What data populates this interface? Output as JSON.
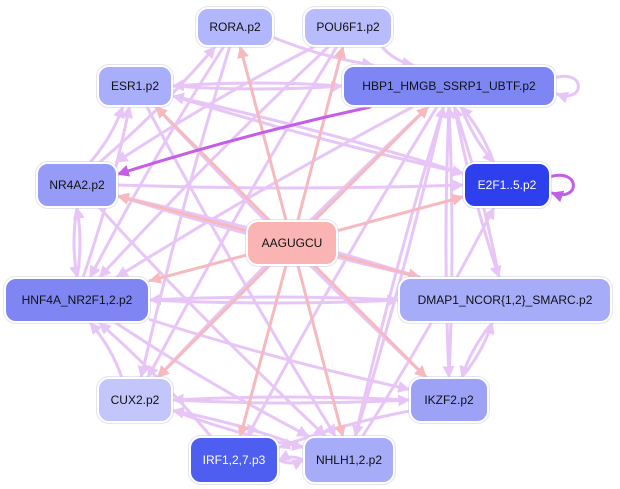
{
  "colors": {
    "activation_edge": "#f6b9bd",
    "regulation_edge": "#e7c6f7",
    "strong_edge": "#c45de8"
  },
  "nodes": [
    {
      "id": "rora",
      "label": "RORA.p2",
      "fill": "#b2b6fc",
      "text_color": "#111111"
    },
    {
      "id": "pou6f1",
      "label": "POU6F1.p2",
      "fill": "#b9bcfc",
      "text_color": "#111111"
    },
    {
      "id": "esr1",
      "label": "ESR1.p2",
      "fill": "#a9aefa",
      "text_color": "#111111"
    },
    {
      "id": "hbp1",
      "label": "HBP1_HMGB_SSRP1_UBTF.p2",
      "fill": "#7e86f4",
      "text_color": "#111111"
    },
    {
      "id": "nr4a2",
      "label": "NR4A2.p2",
      "fill": "#959bf6",
      "text_color": "#111111"
    },
    {
      "id": "e2f1",
      "label": "E2F1..5.p2",
      "fill": "#2e40ee",
      "text_color": "#ffffff"
    },
    {
      "id": "center",
      "label": "AAGUGCU",
      "fill": "#fbb4b4",
      "text_color": "#111111"
    },
    {
      "id": "hnf4a",
      "label": "HNF4A_NR2F1,2.p2",
      "fill": "#7f86f3",
      "text_color": "#111111"
    },
    {
      "id": "dmap1",
      "label": "DMAP1_NCOR{1,2}_SMARC.p2",
      "fill": "#a7acf9",
      "text_color": "#111111"
    },
    {
      "id": "cux2",
      "label": "CUX2.p2",
      "fill": "#c3c6fb",
      "text_color": "#111111"
    },
    {
      "id": "ikzf2",
      "label": "IKZF2.p2",
      "fill": "#9da2f6",
      "text_color": "#111111"
    },
    {
      "id": "irf1",
      "label": "IRF1,2,7.p3",
      "fill": "#4e5ef0",
      "text_color": "#ffffff"
    },
    {
      "id": "nhlh1",
      "label": "NHLH1,2.p2",
      "fill": "#a7acf9",
      "text_color": "#111111"
    }
  ],
  "edges": [
    {
      "from": "center",
      "to": "esr1",
      "kind": "activation"
    },
    {
      "from": "center",
      "to": "rora",
      "kind": "activation"
    },
    {
      "from": "center",
      "to": "pou6f1",
      "kind": "activation"
    },
    {
      "from": "center",
      "to": "hbp1",
      "kind": "activation"
    },
    {
      "from": "center",
      "to": "nr4a2",
      "kind": "activation"
    },
    {
      "from": "center",
      "to": "e2f1",
      "kind": "activation"
    },
    {
      "from": "center",
      "to": "hnf4a",
      "kind": "activation"
    },
    {
      "from": "center",
      "to": "dmap1",
      "kind": "activation"
    },
    {
      "from": "center",
      "to": "cux2",
      "kind": "activation"
    },
    {
      "from": "center",
      "to": "ikzf2",
      "kind": "activation"
    },
    {
      "from": "center",
      "to": "irf1",
      "kind": "activation"
    },
    {
      "from": "center",
      "to": "nhlh1",
      "kind": "activation"
    },
    {
      "from": "hbp1",
      "to": "nr4a2",
      "kind": "strong"
    },
    {
      "from": "hbp1",
      "to": "esr1",
      "kind": "regulation"
    },
    {
      "from": "hbp1",
      "to": "hnf4a",
      "kind": "regulation"
    },
    {
      "from": "hbp1",
      "to": "cux2",
      "kind": "regulation"
    },
    {
      "from": "hbp1",
      "to": "irf1",
      "kind": "regulation"
    },
    {
      "from": "hbp1",
      "to": "nhlh1",
      "kind": "regulation"
    },
    {
      "from": "hbp1",
      "to": "ikzf2",
      "kind": "regulation"
    },
    {
      "from": "hbp1",
      "to": "dmap1",
      "kind": "regulation"
    },
    {
      "from": "hbp1",
      "to": "e2f1",
      "kind": "regulation"
    },
    {
      "from": "pou6f1",
      "to": "hbp1",
      "kind": "regulation"
    },
    {
      "from": "pou6f1",
      "to": "hnf4a",
      "kind": "regulation"
    },
    {
      "from": "pou6f1",
      "to": "cux2",
      "kind": "regulation"
    },
    {
      "from": "pou6f1",
      "to": "nr4a2",
      "kind": "regulation"
    },
    {
      "from": "rora",
      "to": "hnf4a",
      "kind": "regulation"
    },
    {
      "from": "rora",
      "to": "cux2",
      "kind": "regulation"
    },
    {
      "from": "rora",
      "to": "hbp1",
      "kind": "regulation"
    },
    {
      "from": "esr1",
      "to": "hbp1",
      "kind": "regulation"
    },
    {
      "from": "esr1",
      "to": "nhlh1",
      "kind": "regulation"
    },
    {
      "from": "esr1",
      "to": "ikzf2",
      "kind": "regulation"
    },
    {
      "from": "esr1",
      "to": "e2f1",
      "kind": "regulation"
    },
    {
      "from": "nr4a2",
      "to": "esr1",
      "kind": "regulation"
    },
    {
      "from": "nr4a2",
      "to": "hnf4a",
      "kind": "regulation"
    },
    {
      "from": "nr4a2",
      "to": "dmap1",
      "kind": "regulation"
    },
    {
      "from": "nr4a2",
      "to": "e2f1",
      "kind": "regulation"
    },
    {
      "from": "nr4a2",
      "to": "nhlh1",
      "kind": "regulation"
    },
    {
      "from": "nr4a2",
      "to": "rora",
      "kind": "regulation"
    },
    {
      "from": "hnf4a",
      "to": "dmap1",
      "kind": "regulation"
    },
    {
      "from": "hnf4a",
      "to": "ikzf2",
      "kind": "regulation"
    },
    {
      "from": "hnf4a",
      "to": "nhlh1",
      "kind": "regulation"
    },
    {
      "from": "hnf4a",
      "to": "nr4a2",
      "kind": "regulation"
    },
    {
      "from": "hnf4a",
      "to": "esr1",
      "kind": "regulation"
    },
    {
      "from": "cux2",
      "to": "nhlh1",
      "kind": "regulation"
    },
    {
      "from": "cux2",
      "to": "ikzf2",
      "kind": "regulation"
    },
    {
      "from": "cux2",
      "to": "hnf4a",
      "kind": "regulation"
    },
    {
      "from": "irf1",
      "to": "nhlh1",
      "kind": "regulation"
    },
    {
      "from": "irf1",
      "to": "hnf4a",
      "kind": "regulation"
    },
    {
      "from": "nhlh1",
      "to": "irf1",
      "kind": "regulation"
    },
    {
      "from": "nhlh1",
      "to": "hbp1",
      "kind": "regulation"
    },
    {
      "from": "nhlh1",
      "to": "e2f1",
      "kind": "regulation"
    },
    {
      "from": "nhlh1",
      "to": "cux2",
      "kind": "regulation"
    },
    {
      "from": "ikzf2",
      "to": "hbp1",
      "kind": "regulation"
    },
    {
      "from": "ikzf2",
      "to": "cux2",
      "kind": "regulation"
    },
    {
      "from": "ikzf2",
      "to": "irf1",
      "kind": "regulation"
    },
    {
      "from": "ikzf2",
      "to": "dmap1",
      "kind": "regulation"
    },
    {
      "from": "dmap1",
      "to": "hnf4a",
      "kind": "regulation"
    },
    {
      "from": "dmap1",
      "to": "ikzf2",
      "kind": "regulation"
    },
    {
      "from": "dmap1",
      "to": "hbp1",
      "kind": "regulation"
    },
    {
      "from": "dmap1",
      "to": "nr4a2",
      "kind": "regulation"
    },
    {
      "from": "e2f1",
      "to": "hbp1",
      "kind": "regulation"
    },
    {
      "from": "e2f1",
      "to": "esr1",
      "kind": "regulation"
    },
    {
      "from": "hbp1",
      "to": "hbp1",
      "kind": "regulation"
    },
    {
      "from": "e2f1",
      "to": "e2f1",
      "kind": "strong"
    }
  ]
}
